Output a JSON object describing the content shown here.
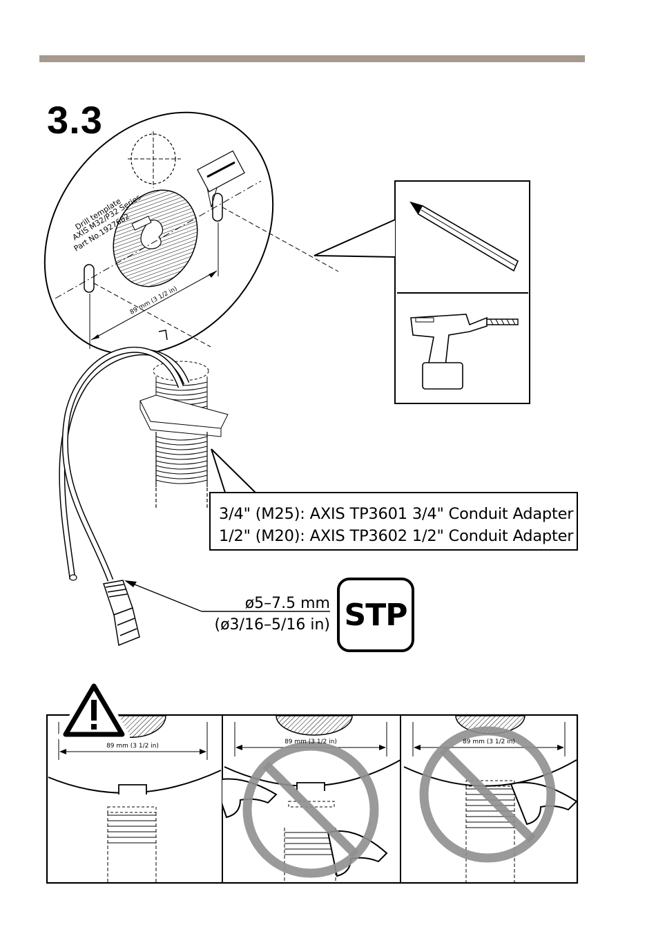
{
  "header": {
    "bar_color": "#a59a8d",
    "step_number": "3.3"
  },
  "template": {
    "line1": "Drill template",
    "line2": "AXIS M32/P32 Series",
    "line3": "Part No.1927682",
    "dimension": "89 mm (3 1/2 in)"
  },
  "tools": {
    "top_icon": "pencil-icon",
    "bottom_icon": "drill-icon"
  },
  "conduit": {
    "line1": "3/4\" (M25): AXIS TP3601 3/4\" Conduit Adapter",
    "line2": "1/2\" (M20): AXIS TP3602 1/2\" Conduit Adapter"
  },
  "cable": {
    "diameter_mm": "ø5–7.5 mm",
    "diameter_in": "(ø3/16–5/16 in)",
    "type_badge": "STP"
  },
  "warning": {
    "icon": "warning-triangle-icon",
    "panels": [
      {
        "dimension": "89 mm (3 1/2 in)",
        "status": "correct"
      },
      {
        "dimension": "89 mm (3 1/2 in)",
        "status": "prohibited"
      },
      {
        "dimension": "89 mm (3 1/2 in)",
        "status": "prohibited"
      }
    ],
    "prohibit_color": "#8f8f8f"
  }
}
